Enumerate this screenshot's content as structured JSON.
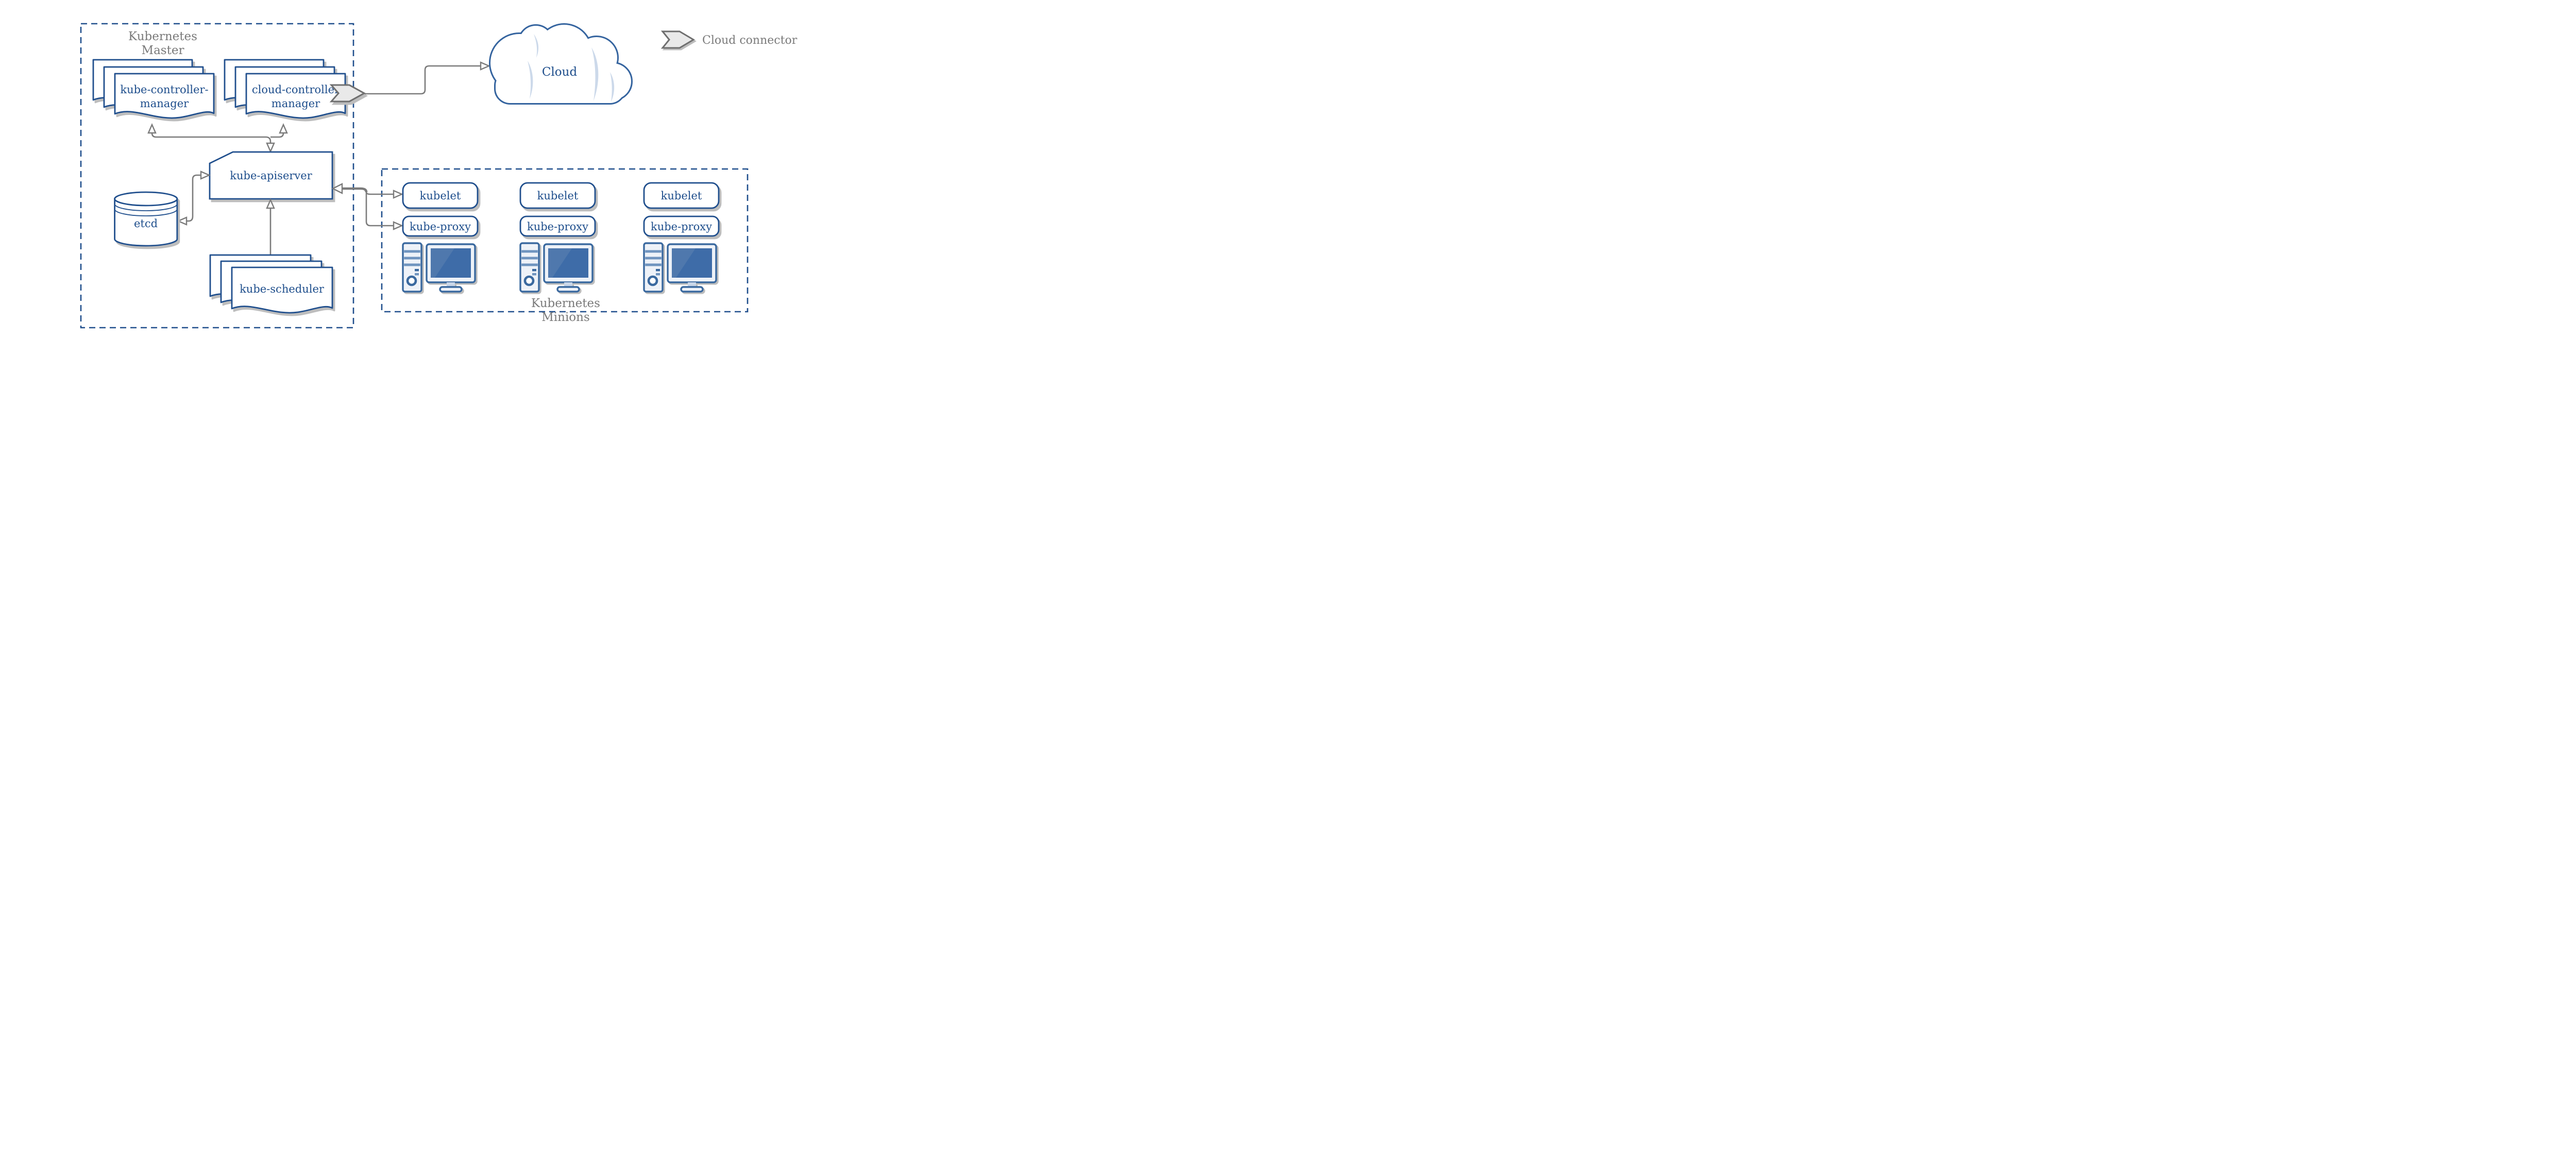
{
  "master": {
    "label_line1": "Kubernetes",
    "label_line2": "Master",
    "kube_controller_manager_line1": "kube-controller-",
    "kube_controller_manager_line2": "manager",
    "cloud_controller_manager_line1": "cloud-controller",
    "cloud_controller_manager_line2": "manager",
    "kube_apiserver": "kube-apiserver",
    "etcd": "etcd",
    "kube_scheduler": "kube-scheduler"
  },
  "minions": {
    "label_line1": "Kubernetes",
    "label_line2": "Minions",
    "nodes": [
      {
        "kubelet": "kubelet",
        "kube_proxy": "kube-proxy"
      },
      {
        "kubelet": "kubelet",
        "kube_proxy": "kube-proxy"
      },
      {
        "kubelet": "kubelet",
        "kube_proxy": "kube-proxy"
      }
    ]
  },
  "cloud": {
    "label": "Cloud"
  },
  "legend": {
    "cloud_connector": "Cloud connector"
  },
  "colors": {
    "node-blue": "#204f8d",
    "text-blue": "#1e4e8c",
    "cloud-blue": "#35649f",
    "crescent": "#ccd9ea",
    "icon-blue": "#3a699f",
    "icon-light": "#eef2f8",
    "icon-stripe": "#6f94bf",
    "screen-blue": "#3e6ca8",
    "screen-hi": "#4f78ad",
    "arrow-gray": "#7b7b7b",
    "label-gray": "#7a7a7a",
    "legend-fill": "#e9e9e9",
    "legend-stroke": "#6f6f6f",
    "shadow-gray": "#bdbdbd",
    "bg": "#ffffff"
  }
}
